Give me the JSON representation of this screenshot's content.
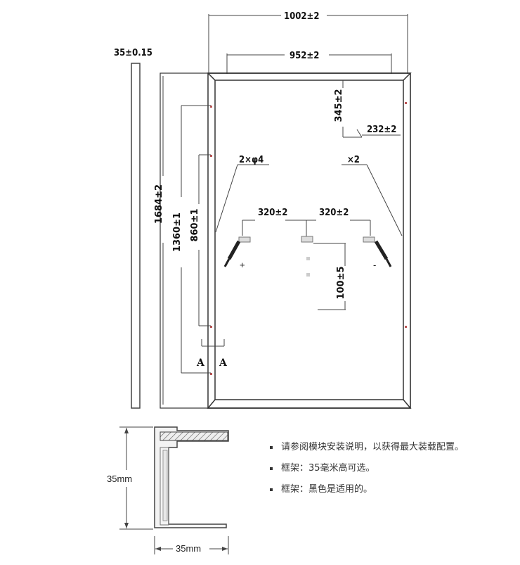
{
  "dimensions": {
    "overall_width": "1002±2",
    "mount_width": "952±2",
    "thickness": "35±0.15",
    "overall_height": "1684±2",
    "mount_height": "1360±1",
    "ground_height": "860±1",
    "box_from_top": "345±2",
    "box_width": "232±2",
    "holes": "2×φ4",
    "times_two": "×2",
    "cable_left": "320±2",
    "cable_right": "320±2",
    "cable_drop": "100±5"
  },
  "markers": {
    "plus": "+",
    "minus": "-",
    "section_left": "A",
    "section_right": "A"
  },
  "profile": {
    "height_label": "35mm",
    "width_label": "35mm"
  },
  "notes": [
    "请参阅模块安装说明，以获得最大装载配置。",
    "框架：35毫米高可选。",
    "框架：黑色是适用的。"
  ]
}
